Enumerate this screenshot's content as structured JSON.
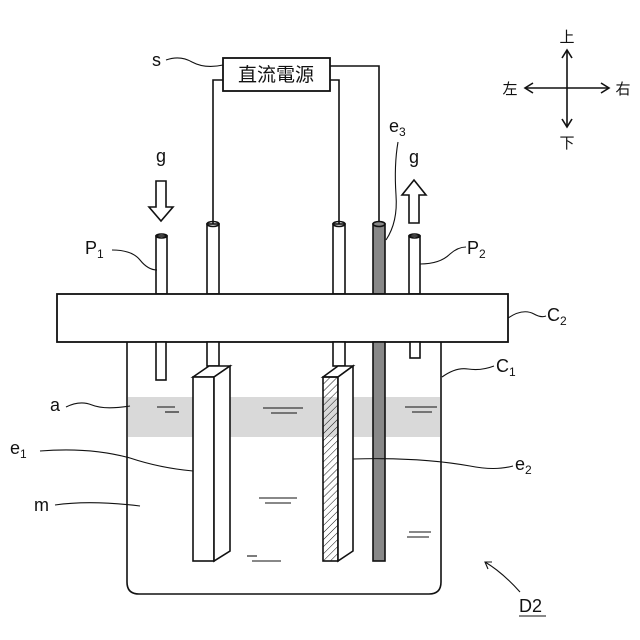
{
  "power_supply": {
    "label": "直流電源",
    "ref": "s"
  },
  "directions": {
    "up": "上",
    "down": "下",
    "left": "左",
    "right": "右"
  },
  "gas": {
    "inlet_label": "g",
    "outlet_label": "g"
  },
  "pipes": {
    "p1": {
      "letter": "P",
      "sub": "1"
    },
    "p2": {
      "letter": "P",
      "sub": "2"
    }
  },
  "electrodes": {
    "e1": {
      "letter": "e",
      "sub": "1"
    },
    "e2": {
      "letter": "e",
      "sub": "2"
    },
    "e3": {
      "letter": "e",
      "sub": "3"
    }
  },
  "lid": {
    "letter": "C",
    "sub": "2"
  },
  "container": {
    "letter": "C",
    "sub": "1"
  },
  "layer_a": {
    "label": "a"
  },
  "medium": {
    "label": "m"
  },
  "device": {
    "label": "D2"
  },
  "colors": {
    "line": "#111111",
    "layer_band": "#d9d9d9",
    "rod_e3": "#888888"
  }
}
